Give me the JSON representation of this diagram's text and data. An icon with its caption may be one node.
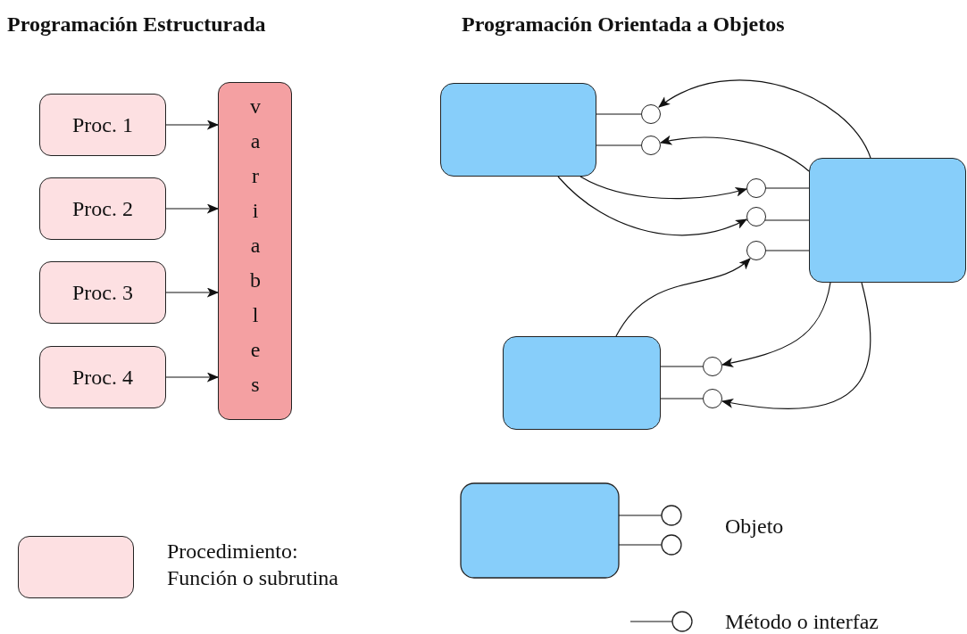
{
  "diagram": {
    "nodes": [
      {
        "text": [
          "Proc. 1"
        ]
      },
      {
        "text": [
          "Proc. 2"
        ]
      },
      {
        "text": [
          "Proc. 3"
        ]
      },
      {
        "text": [
          "Proc. 4"
        ]
      },
      {
        "text": [
          "variables"
        ]
      },
      {
        "text": [],
        "shape": "box"
      },
      {
        "text": [],
        "shape": "circle"
      },
      {
        "text": [],
        "shape": "circle"
      },
      {
        "text": [],
        "shape": "box"
      },
      {
        "text": [],
        "shape": "circle"
      },
      {
        "text": [],
        "shape": "circle"
      },
      {
        "text": [],
        "shape": "circle"
      },
      {
        "text": [],
        "shape": "box"
      },
      {
        "text": [],
        "shape": "circle"
      },
      {
        "text": [],
        "shape": "circle"
      }
    ],
    "edges": [
      {
        "from": 0,
        "to": 4,
        "arrow": "to"
      },
      {
        "from": 1,
        "to": 4,
        "arrow": "to"
      },
      {
        "from": 2,
        "to": 4,
        "arrow": "to"
      },
      {
        "from": 3,
        "to": 4,
        "arrow": "to"
      },
      {
        "from": 5,
        "to": 6,
        "arrow": "none"
      },
      {
        "from": 5,
        "to": 7,
        "arrow": "none"
      },
      {
        "from": 8,
        "to": 9,
        "arrow": "none"
      },
      {
        "from": 8,
        "to": 10,
        "arrow": "none"
      },
      {
        "from": 8,
        "to": 11,
        "arrow": "none"
      },
      {
        "from": 12,
        "to": 13,
        "arrow": "none"
      },
      {
        "from": 12,
        "to": 14,
        "arrow": "none"
      },
      {
        "from": 8,
        "to": 6,
        "arrow": "to"
      },
      {
        "from": 8,
        "to": 7,
        "arrow": "to"
      },
      {
        "from": 5,
        "to": 9,
        "arrow": "to"
      },
      {
        "from": 5,
        "to": 10,
        "arrow": "to"
      },
      {
        "from": 12,
        "to": 11,
        "arrow": "to"
      },
      {
        "from": 8,
        "to": 13,
        "arrow": "to"
      },
      {
        "from": 8,
        "to": 14,
        "arrow": "to"
      }
    ],
    "labels": [
      "Programación Estructurada",
      "Programación Orientada a Objetos"
    ],
    "legend": [
      {
        "text": "Procedimiento: Función o subrutina",
        "color": "#fde0e2"
      },
      {
        "text": "Objeto"
      },
      {
        "text": "Método o interfaz"
      }
    ]
  }
}
